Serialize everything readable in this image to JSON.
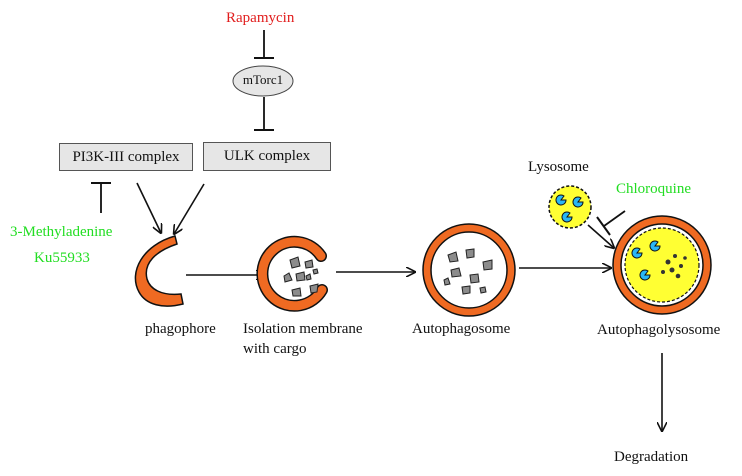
{
  "nodes": {
    "rapamycin": "Rapamycin",
    "mtorc1": "mTorc1",
    "pi3k_complex": "PI3K-III complex",
    "ulk_complex": "ULK complex",
    "methyladenine": "3-Methyladenine",
    "ku55933": "Ku55933",
    "lysosome": "Lysosome",
    "chloroquine": "Chloroquine"
  },
  "stages": {
    "phagophore": "phagophore",
    "isolation_membrane_line1": "Isolation membrane",
    "isolation_membrane_line2": "with cargo",
    "autophagosome": "Autophagosome",
    "autophagolysosome": "Autophagolysosome",
    "degradation": "Degradation"
  },
  "colors": {
    "membrane": "#ef6a22",
    "inhibitor_red": "#e11d1d",
    "inhibitor_green": "#22dd22",
    "lysosome_fill": "#ffff33",
    "enzyme_blue": "#29b6f6",
    "cargo_gray": "#8c8c8c",
    "box_fill": "#e6e6e6"
  }
}
